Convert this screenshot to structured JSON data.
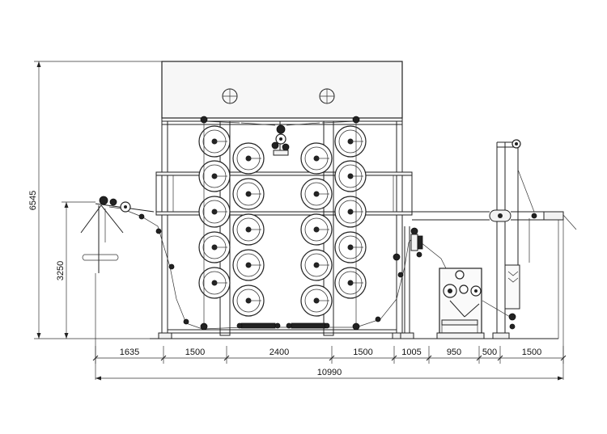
{
  "drawing": {
    "horizontal_dimensions": [
      "1635",
      "1500",
      "2400",
      "1500",
      "1005",
      "950",
      "500",
      "1500"
    ],
    "overall_width": "10990",
    "overall_height": "6545",
    "working_height": "3250"
  }
}
